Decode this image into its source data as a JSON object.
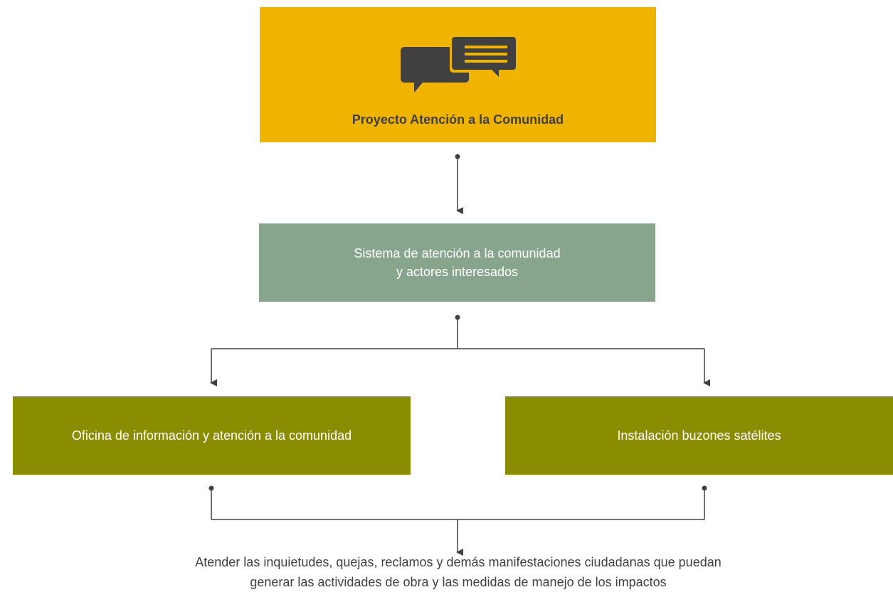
{
  "nodes": {
    "project": {
      "title": "Proyecto Atención a la Comunidad",
      "icon": "chat-bubbles-icon"
    },
    "system": {
      "line1": "Sistema de atención a la comunidad",
      "line2": "y actores interesados"
    },
    "office": {
      "label": "Oficina de información y atención a la comunidad"
    },
    "mailboxes": {
      "label": "Instalación buzones satélites"
    }
  },
  "outcome": {
    "line1": "Atender las inquietudes, quejas, reclamos y demás manifestaciones ciudadanas que puedan",
    "line2": "generar las actividades de obra y las medidas de manejo de los impactos"
  },
  "colors": {
    "project": "#f0b400",
    "system": "#87a58c",
    "branches": "#8a8c02",
    "icon": "#404040",
    "connector": "#404040"
  }
}
